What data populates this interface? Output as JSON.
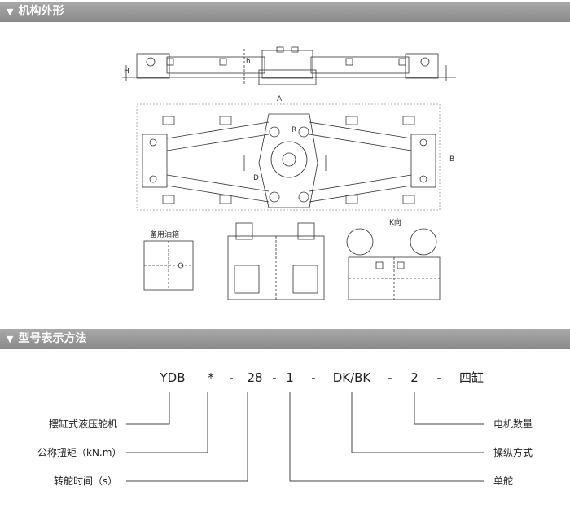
{
  "sections": [
    {
      "title": "机构外形"
    },
    {
      "title": "型号表示方法"
    }
  ],
  "drawing": {
    "dims": {
      "A": "A",
      "B": "B",
      "H": "H",
      "h": "h",
      "R": "R",
      "D": "D",
      "K": "K向"
    },
    "tank_label": "备用油箱"
  },
  "model_code": {
    "parts": [
      "YDB",
      "*",
      "-",
      "28",
      "-",
      "1",
      "-",
      "DK/BK",
      "-",
      "2",
      "-",
      "四缸"
    ],
    "left_labels": [
      "摆缸式液压舵机",
      "公称扭矩（kN.m）",
      "转舵时间（s）"
    ],
    "right_labels": [
      "电机数量",
      "操纵方式",
      "单舵"
    ]
  },
  "icons": {
    "section": "triangle-down-icon"
  }
}
